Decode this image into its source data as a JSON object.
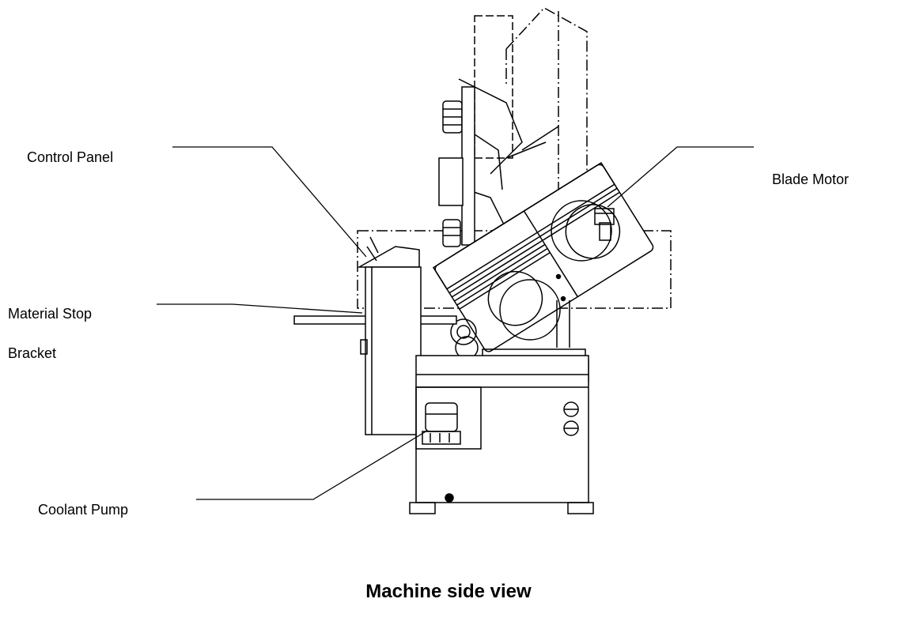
{
  "labels": {
    "control_panel": "Control Panel",
    "blade_motor": "Blade Motor",
    "material_stop_line1": "Material Stop",
    "material_stop_line2": "Bracket",
    "coolant_pump": "Coolant Pump"
  },
  "caption": "Machine side view"
}
